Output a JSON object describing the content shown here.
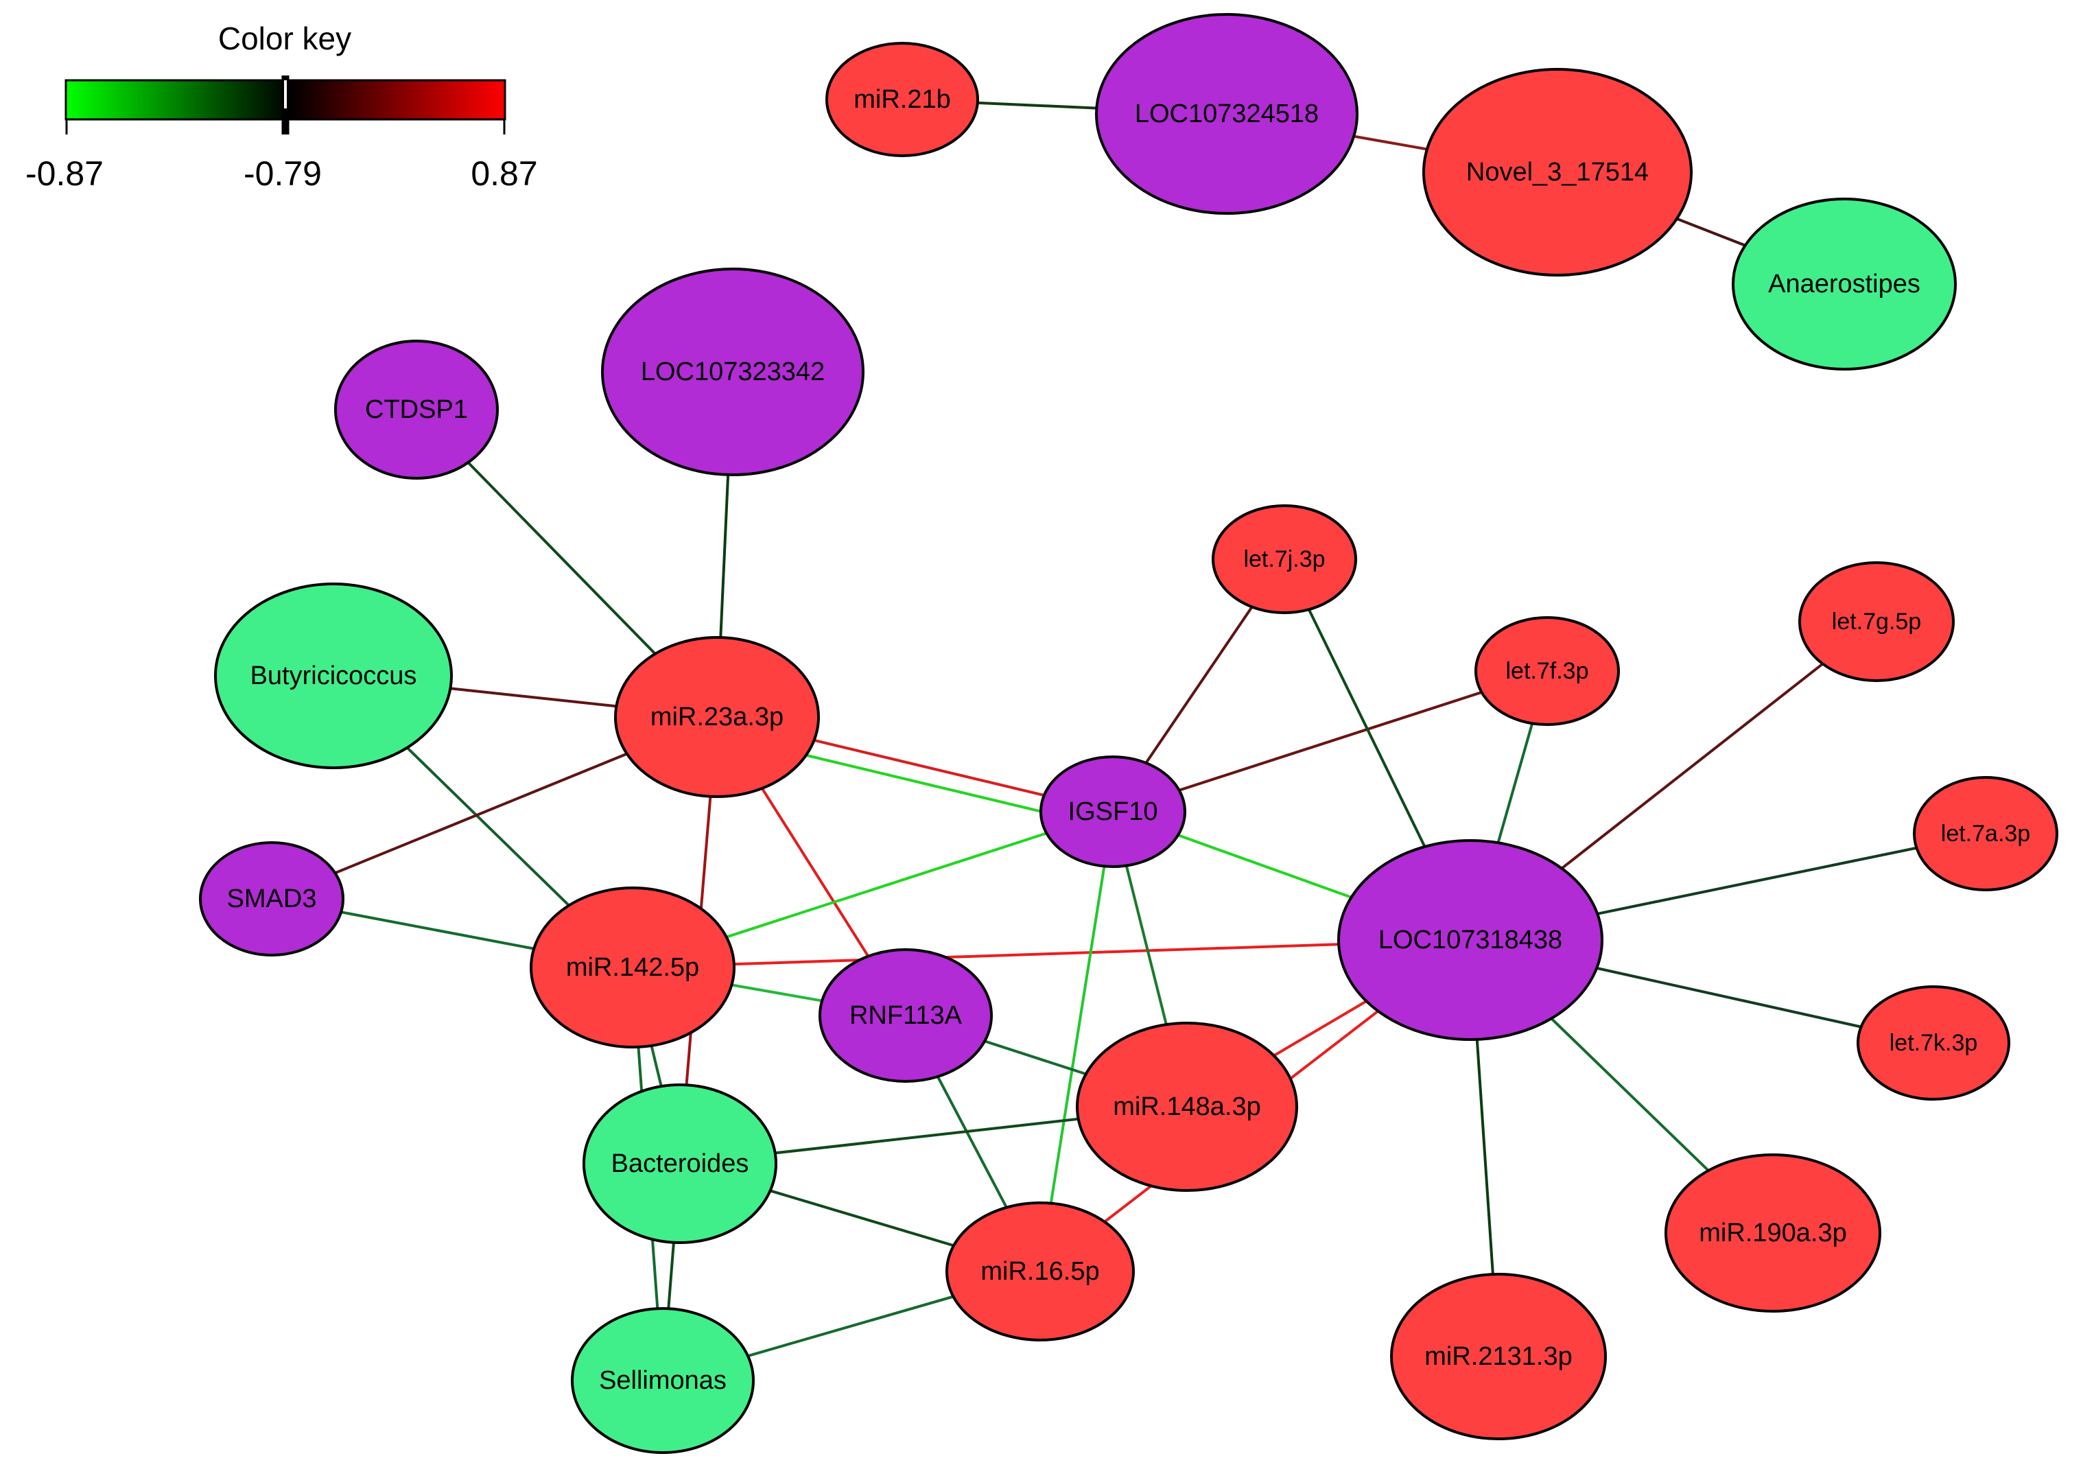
{
  "legend": {
    "title": "Color key",
    "min_label": "-0.87",
    "mid_label": "-0.79",
    "max_label": "0.87",
    "gradient_colors": [
      "#00ff00",
      "#000000",
      "#ff0000"
    ],
    "marker_value": -0.79,
    "range": [
      -0.87,
      0.87
    ]
  },
  "colors": {
    "mirna": "#ff4040",
    "gene": "#b12cd4",
    "bacteria": "#40ef8a",
    "node_outline": "#000000"
  },
  "nodes": [
    {
      "id": "miR.21b",
      "label": "miR.21b",
      "type": "mirna"
    },
    {
      "id": "LOC107324518",
      "label": "LOC107324518",
      "type": "gene"
    },
    {
      "id": "Novel_3_17514",
      "label": "Novel_3_17514",
      "type": "mirna"
    },
    {
      "id": "Anaerostipes",
      "label": "Anaerostipes",
      "type": "bacteria"
    },
    {
      "id": "CTDSP1",
      "label": "CTDSP1",
      "type": "gene"
    },
    {
      "id": "LOC107323342",
      "label": "LOC107323342",
      "type": "gene"
    },
    {
      "id": "Butyricicoccus",
      "label": "Butyricicoccus",
      "type": "bacteria"
    },
    {
      "id": "miR.23a.3p",
      "label": "miR.23a.3p",
      "type": "mirna"
    },
    {
      "id": "SMAD3",
      "label": "SMAD3",
      "type": "gene"
    },
    {
      "id": "miR.142.5p",
      "label": "miR.142.5p",
      "type": "mirna"
    },
    {
      "id": "IGSF10",
      "label": "IGSF10",
      "type": "gene"
    },
    {
      "id": "RNF113A",
      "label": "RNF113A",
      "type": "gene"
    },
    {
      "id": "Bacteroides",
      "label": "Bacteroides",
      "type": "bacteria"
    },
    {
      "id": "Sellimonas",
      "label": "Sellimonas",
      "type": "bacteria"
    },
    {
      "id": "miR.148a.3p",
      "label": "miR.148a.3p",
      "type": "mirna"
    },
    {
      "id": "miR.16.5p",
      "label": "miR.16.5p",
      "type": "mirna"
    },
    {
      "id": "LOC107318438",
      "label": "LOC107318438",
      "type": "gene"
    },
    {
      "id": "let.7j.3p",
      "label": "let.7j.3p",
      "type": "mirna"
    },
    {
      "id": "let.7f.3p",
      "label": "let.7f.3p",
      "type": "mirna"
    },
    {
      "id": "let.7g.5p",
      "label": "let.7g.5p",
      "type": "mirna"
    },
    {
      "id": "let.7a.3p",
      "label": "let.7a.3p",
      "type": "mirna"
    },
    {
      "id": "let.7k.3p",
      "label": "let.7k.3p",
      "type": "mirna"
    },
    {
      "id": "miR.190a.3p",
      "label": "miR.190a.3p",
      "type": "mirna"
    },
    {
      "id": "miR.2131.3p",
      "label": "miR.2131.3p",
      "type": "mirna"
    }
  ],
  "edges": [
    {
      "source": "miR.21b",
      "target": "LOC107324518",
      "color": "#123c12"
    },
    {
      "source": "LOC107324518",
      "target": "Novel_3_17514",
      "color": "#8b1a1a"
    },
    {
      "source": "Novel_3_17514",
      "target": "Anaerostipes",
      "color": "#4a1515"
    },
    {
      "source": "CTDSP1",
      "target": "miR.23a.3p",
      "color": "#0e4a1a"
    },
    {
      "source": "LOC107323342",
      "target": "miR.23a.3p",
      "color": "#0a3d12"
    },
    {
      "source": "Butyricicoccus",
      "target": "miR.23a.3p",
      "color": "#5e1414"
    },
    {
      "source": "Butyricicoccus",
      "target": "miR.142.5p",
      "color": "#145c2a"
    },
    {
      "source": "SMAD3",
      "target": "miR.23a.3p",
      "color": "#5e1414"
    },
    {
      "source": "SMAD3",
      "target": "miR.142.5p",
      "color": "#146b2e"
    },
    {
      "source": "miR.23a.3p",
      "target": "IGSF10",
      "color": "#d81e1e"
    },
    {
      "source": "miR.23a.3p",
      "target": "IGSF10",
      "color": "#22d622"
    },
    {
      "source": "miR.23a.3p",
      "target": "RNF113A",
      "color": "#e01e1e"
    },
    {
      "source": "miR.23a.3p",
      "target": "Bacteroides",
      "color": "#a01414"
    },
    {
      "source": "miR.142.5p",
      "target": "IGSF10",
      "color": "#22d622"
    },
    {
      "source": "miR.142.5p",
      "target": "LOC107318438",
      "color": "#e82020"
    },
    {
      "source": "miR.142.5p",
      "target": "RNF113A",
      "color": "#22b83a"
    },
    {
      "source": "miR.142.5p",
      "target": "Bacteroides",
      "color": "#146b2e"
    },
    {
      "source": "miR.142.5p",
      "target": "Sellimonas",
      "color": "#146b2e"
    },
    {
      "source": "IGSF10",
      "target": "let.7j.3p",
      "color": "#5e1414"
    },
    {
      "source": "IGSF10",
      "target": "let.7f.3p",
      "color": "#6a1414"
    },
    {
      "source": "IGSF10",
      "target": "LOC107318438",
      "color": "#22d622"
    },
    {
      "source": "IGSF10",
      "target": "miR.148a.3p",
      "color": "#1a7a2e"
    },
    {
      "source": "IGSF10",
      "target": "miR.16.5p",
      "color": "#22c82e"
    },
    {
      "source": "RNF113A",
      "target": "miR.148a.3p",
      "color": "#146b2e"
    },
    {
      "source": "RNF113A",
      "target": "miR.16.5p",
      "color": "#146b2e"
    },
    {
      "source": "Bacteroides",
      "target": "miR.148a.3p",
      "color": "#0e4a1a"
    },
    {
      "source": "Bacteroides",
      "target": "miR.16.5p",
      "color": "#0e4a1a"
    },
    {
      "source": "Bacteroides",
      "target": "Sellimonas",
      "color": "#0e4a1a"
    },
    {
      "source": "Sellimonas",
      "target": "miR.16.5p",
      "color": "#146b2e"
    },
    {
      "source": "miR.148a.3p",
      "target": "LOC107318438",
      "color": "#e82020"
    },
    {
      "source": "miR.16.5p",
      "target": "LOC107318438",
      "color": "#e82020"
    },
    {
      "source": "LOC107318438",
      "target": "let.7j.3p",
      "color": "#0e4a1a"
    },
    {
      "source": "LOC107318438",
      "target": "let.7f.3p",
      "color": "#146b2e"
    },
    {
      "source": "LOC107318438",
      "target": "let.7g.5p",
      "color": "#5e1414"
    },
    {
      "source": "LOC107318438",
      "target": "let.7a.3p",
      "color": "#123c20"
    },
    {
      "source": "LOC107318438",
      "target": "let.7k.3p",
      "color": "#123c20"
    },
    {
      "source": "LOC107318438",
      "target": "miR.190a.3p",
      "color": "#146b2e"
    },
    {
      "source": "LOC107318438",
      "target": "miR.2131.3p",
      "color": "#0a3d12"
    }
  ]
}
